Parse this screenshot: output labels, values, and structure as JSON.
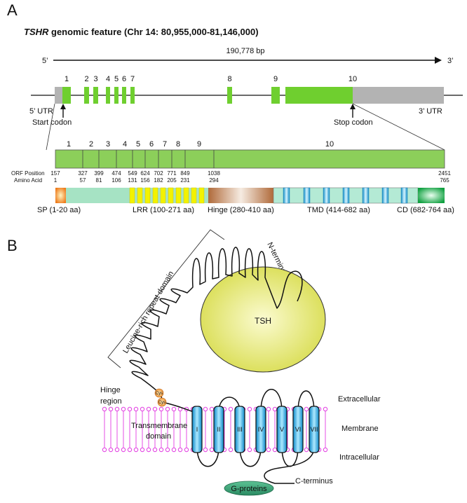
{
  "panel_a": {
    "label": "A",
    "title_gene": "TSHR",
    "title_rest": " genomic feature (Chr 14: 80,955,000-81,146,000)",
    "five_prime": "5’",
    "three_prime": "3’",
    "length": "190,778 bp",
    "exons": [
      "1",
      "2",
      "3",
      "4",
      "5",
      "6",
      "7",
      "8",
      "9",
      "10"
    ],
    "utr5": "5’ UTR",
    "utr3": "3’ UTR",
    "start_codon": "Start codon",
    "stop_codon": "Stop codon",
    "orf_label": "ORF Position",
    "aa_label": "Amino Acid",
    "orf_positions": [
      "157",
      "327",
      "399",
      "474",
      "549",
      "624",
      "702",
      "771",
      "849",
      "1038",
      "2451"
    ],
    "amino_acids": [
      "1",
      "57",
      "81",
      "106",
      "131",
      "156",
      "182",
      "205",
      "231",
      "294",
      "765"
    ],
    "domains": {
      "sp": "SP (1-20 aa)",
      "lrr": "LRR (100-271 aa)",
      "hinge": "Hinge (280-410 aa)",
      "tmd": "TMD (414-682 aa)",
      "cd": "CD (682-764 aa)"
    }
  },
  "panel_b": {
    "label": "B",
    "lrr_domain": "Leucine-rich repeat domain",
    "n_terminus": "N-terminus",
    "tsh": "TSH",
    "hinge_line1": "Hinge",
    "hinge_line2": "region",
    "cys": "Cys",
    "transmembrane_line1": "Transmembrane",
    "transmembrane_line2": "domain",
    "helices": [
      "I",
      "II",
      "III",
      "IV",
      "V",
      "VI",
      "VII"
    ],
    "extracellular": "Extracellular",
    "membrane": "Membrane",
    "intracellular": "Intracellular",
    "g_proteins": "G-proteins",
    "c_terminus": "C-terminus"
  },
  "colors": {
    "exon_green": "#6fcf2f",
    "orf_green": "#8ccf5a",
    "utr_gray": "#b3b3b3",
    "sp_orange": "#f08020",
    "lrr_mint": "#a6e3c4",
    "lrr_yellow": "#f2f200",
    "hinge_brown": "#b87a4a",
    "tmd_blue": "#1ea9e0",
    "cd_green": "#20b050",
    "tsh_yellow": "#dde25a",
    "membrane_pink": "#e23ce2",
    "gprotein_green": "#2f9a70"
  }
}
